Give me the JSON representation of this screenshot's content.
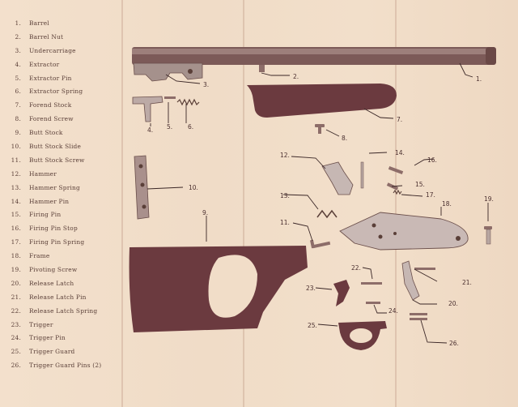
{
  "parts": [
    {
      "num": "1.",
      "name": "Barrel"
    },
    {
      "num": "2.",
      "name": "Barrel Nut"
    },
    {
      "num": "3.",
      "name": "Undercarriage"
    },
    {
      "num": "4.",
      "name": "Extractor"
    },
    {
      "num": "5.",
      "name": "Extractor Pin"
    },
    {
      "num": "6.",
      "name": "Extractor Spring"
    },
    {
      "num": "7.",
      "name": "Forend Stock"
    },
    {
      "num": "8.",
      "name": "Forend Screw"
    },
    {
      "num": "9.",
      "name": "Butt Stock"
    },
    {
      "num": "10.",
      "name": "Butt Stock Slide"
    },
    {
      "num": "11.",
      "name": "Butt Stock Screw"
    },
    {
      "num": "12.",
      "name": "Hammer"
    },
    {
      "num": "13.",
      "name": "Hammer Spring"
    },
    {
      "num": "14.",
      "name": "Hammer Pin"
    },
    {
      "num": "15.",
      "name": "Firing Pin"
    },
    {
      "num": "16.",
      "name": "Firing Pin Stop"
    },
    {
      "num": "17.",
      "name": "Firing Pin Spring"
    },
    {
      "num": "18.",
      "name": "Frame"
    },
    {
      "num": "19.",
      "name": "Pivoting Screw"
    },
    {
      "num": "20.",
      "name": "Release Latch"
    },
    {
      "num": "21.",
      "name": "Release Latch Pin"
    },
    {
      "num": "22.",
      "name": "Release Latch Spring"
    },
    {
      "num": "23.",
      "name": "Trigger"
    },
    {
      "num": "24.",
      "name": "Trigger Pin"
    },
    {
      "num": "25.",
      "name": "Trigger Guard"
    },
    {
      "num": "26.",
      "name": "Trigger Guard Pins (2)"
    }
  ],
  "callouts": {
    "c1": "1.",
    "c2": "2.",
    "c3": "3.",
    "c4": "4.",
    "c5": "5.",
    "c6": "6.",
    "c7": "7.",
    "c8": "8.",
    "c9": "9.",
    "c10": "10.",
    "c11": "11.",
    "c12": "12.",
    "c13": "13.",
    "c14": "14.",
    "c15": "15.",
    "c16": "16.",
    "c17": "17.",
    "c18": "18.",
    "c19": "19.",
    "c20": "20.",
    "c21": "21.",
    "c22": "22.",
    "c23": "23.",
    "c24": "24.",
    "c25": "25.",
    "c26": "26."
  },
  "colors": {
    "paper": "#f1ddc8",
    "ink": "#5a3f38",
    "stock": "#6b3a3f",
    "metal": "#b7a7a2"
  }
}
